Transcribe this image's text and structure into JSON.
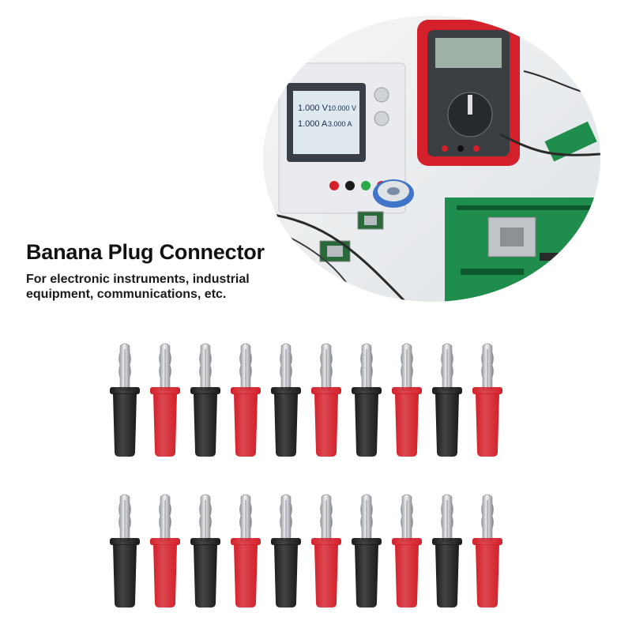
{
  "heading": {
    "title": "Banana Plug Connector",
    "subtitle": "For electronic instruments, industrial equipment, communications, etc."
  },
  "photo": {
    "icons": [
      "power-supply-icon",
      "multimeter-icon",
      "circuit-board-icon",
      "solder-spool-icon",
      "chip-icon"
    ],
    "power_supply_readouts": [
      "1.000 V",
      "1.000 A",
      "10.000 V",
      "3.000 A"
    ]
  },
  "plugs": {
    "rows": [
      [
        "black",
        "red",
        "black",
        "red",
        "black",
        "red",
        "black",
        "red",
        "black",
        "red"
      ],
      [
        "black",
        "red",
        "black",
        "red",
        "black",
        "red",
        "black",
        "red",
        "black",
        "red"
      ]
    ],
    "colors": {
      "black": "#1b1b1b",
      "red": "#d3202a",
      "metal": "#c9ccd0"
    }
  }
}
